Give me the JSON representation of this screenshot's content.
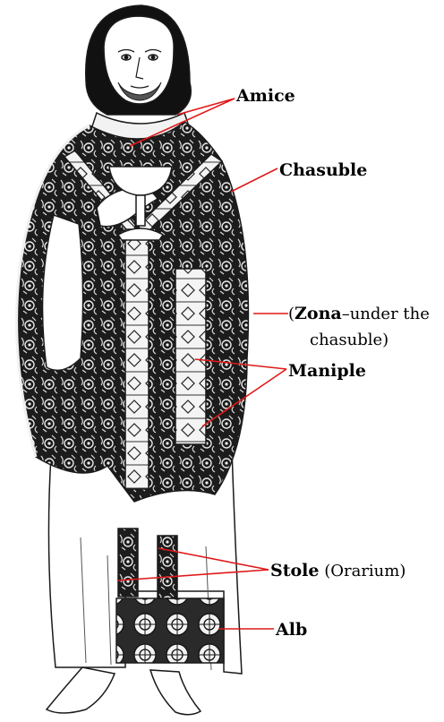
{
  "labels": {
    "amice": "Amice",
    "chasuble": "Chasuble",
    "zona_open": "(",
    "zona_bold": "Zona",
    "zona_rest": "–under the",
    "zona_line2": "chasuble)",
    "maniple": "Maniple",
    "stole_bold": "Stole",
    "stole_rest": " (Orarium)",
    "alb": "Alb"
  },
  "colors": {
    "leader": "#e01818",
    "ink": "#1a1a1a",
    "paper": "#ffffff"
  }
}
